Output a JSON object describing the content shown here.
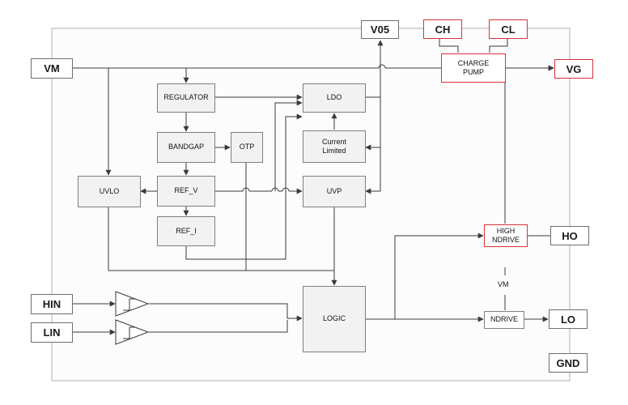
{
  "pins": {
    "vm": "VM",
    "v05": "V05",
    "ch": "CH",
    "cl": "CL",
    "vg": "VG",
    "hin": "HIN",
    "lin": "LIN",
    "ho": "HO",
    "lo": "LO",
    "gnd": "GND"
  },
  "blocks": {
    "regulator": "REGULATOR",
    "ldo": "LDO",
    "bandgap": "BANDGAP",
    "otp": "OTP",
    "current_limited": "Current\nLimited",
    "uvlo": "UVLO",
    "ref_v": "REF_V",
    "uvp": "UVP",
    "ref_i": "REF_I",
    "charge_pump": "CHARGE\nPUMP",
    "high_ndrive": "HIGH\nNDRIVE",
    "ndrive": "NDRIVE",
    "logic": "LOGIC"
  },
  "labels": {
    "vm_supply": "VM"
  },
  "colors": {
    "highlight_border": "#d8323a",
    "block_fill": "#f2f2f2",
    "line": "#3a3a3a"
  },
  "icons": {
    "schmitt_trigger": "schmitt-trigger-buffer-icon"
  }
}
